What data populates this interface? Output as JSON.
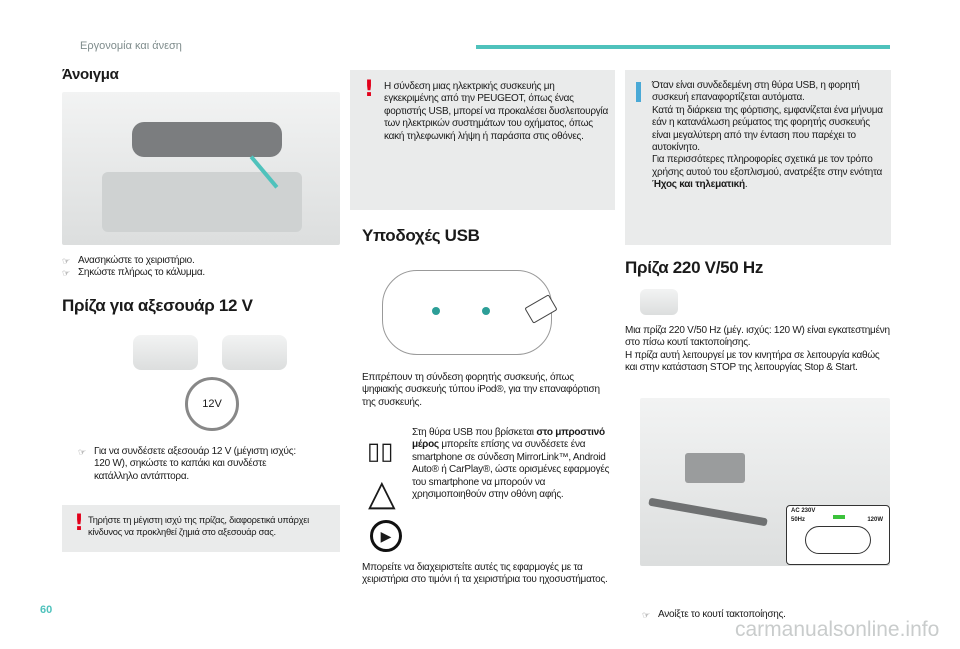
{
  "header": {
    "section": "Εργονομία και άνεση",
    "accent": "#4fc2bc"
  },
  "page_number": "60",
  "watermark": "carmanualsonline.info",
  "col1": {
    "title": "Άνοιγμα",
    "steps": [
      "Ανασηκώστε το χειριστήριο.",
      "Σηκώστε πλήρως το κάλυμμα."
    ],
    "socket_title": "Πρίζα για αξεσουάρ 12 V",
    "socket_label": "12V",
    "socket_step": "Για να συνδέσετε αξεσουάρ 12 V (μέγιστη ισχύς: 120 W), σηκώστε το καπάκι και συνδέστε κατάλληλο αντάπτορα.",
    "warning": "Τηρήστε τη μέγιστη ισχύ της πρίζας, διαφορετικά υπάρχει κίνδυνος να προκληθεί ζημιά στο αξεσουάρ σας."
  },
  "col2": {
    "warning": "Η σύνδεση μιας ηλεκτρικής συσκευής μη εγκεκριμένης από την PEUGEOT, όπως ένας φορτιστής USB, μπορεί να προκαλέσει δυσλειτουργία των ηλεκτρικών συστημάτων του οχήματος, όπως κακή τηλεφωνική λήψη ή παράσιτα στις οθόνες.",
    "usb_title": "Υποδοχές USB",
    "intro": "Επιτρέπουν τη σύνδεση φορητής συσκευής, όπως ψηφιακής συσκευής τύπου iPod®, για την επαναφόρτιση της συσκευής.",
    "front_a": "Στη θύρα USB που βρίσκεται ",
    "front_b": "στο μπροστινό μέρος",
    "front_c": " μπορείτε επίσης να συνδέσετε ένα smartphone σε σύνδεση MirrorLink™, Android Auto® ή CarPlay®, ώστε ορισμένες εφαρμογές του smartphone να μπορούν να χρησιμοποιηθούν στην οθόνη αφής.",
    "outro": "Μπορείτε να διαχειριστείτε αυτές τις εφαρμογές με τα χειριστήρια στο τιμόνι ή τα χειριστήρια του ηχοσυστήματος."
  },
  "col3": {
    "info_a": "Όταν είναι συνδεδεμένη στη θύρα USB, η φορητή συσκευή επαναφορτίζεται αυτόματα.",
    "info_b": "Κατά τη διάρκεια της φόρτισης, εμφανίζεται ένα μήνυμα εάν η κατανάλωση ρεύματος της φορητής συσκευής είναι μεγαλύτερη από την ένταση που παρέχει το αυτοκίνητο.",
    "info_c": "Για περισσότερες πληροφορίες σχετικά με τον τρόπο χρήσης αυτού του εξοπλισμού, ανατρέξτε στην ενότητα ",
    "info_link": "Ήχος και τηλεματική",
    "info_end": ".",
    "title": "Πρίζα 220 V/50 Hz",
    "desc_a": "Μια πρίζα 220 V/50 Hz (μέγ. ισχύς: 120 W) είναι εγκατεστημένη στο πίσω κουτί τακτοποίησης.",
    "desc_b": "Η πρίζα αυτή λειτουργεί με τον κινητήρα σε λειτουργία καθώς και στην κατάσταση STOP της λειτουργίας Stop & Start.",
    "label_ac": "AC 230V",
    "label_hz": "50Hz",
    "label_w": "120W",
    "step": "Ανοίξτε το κουτί τακτοποίησης."
  }
}
